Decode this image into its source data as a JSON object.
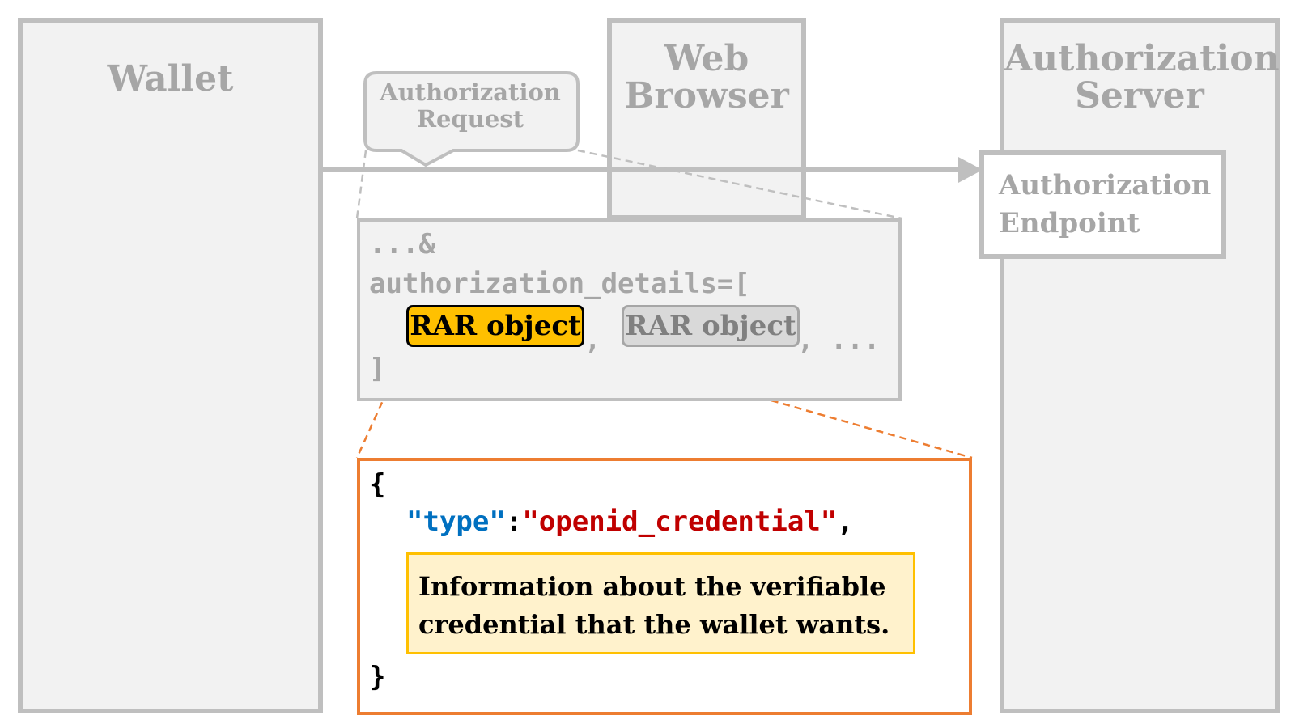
{
  "lanes": {
    "wallet": {
      "title": "Wallet"
    },
    "browser": {
      "title_lines": [
        "Web",
        "Browser"
      ]
    },
    "server": {
      "title_lines": [
        "Authorization",
        "Server"
      ]
    }
  },
  "request_callout": {
    "lines": [
      "Authorization",
      "Request"
    ]
  },
  "endpoint": {
    "lines": [
      "Authorization",
      "Endpoint"
    ]
  },
  "query": {
    "line1": "...&",
    "line2": "authorization_details=[",
    "separator": ",",
    "trailing": ", ...",
    "closing": "]",
    "rar_primary_label": "RAR object",
    "rar_secondary_label": "RAR object"
  },
  "rar_detail": {
    "open_brace": "{",
    "key": "\"type\"",
    "colon": ":",
    "value": "\"openid_credential\"",
    "comma": ",",
    "note_lines": [
      "Information about the verifiable",
      "credential that the wallet wants."
    ],
    "close_brace": "}"
  },
  "colors": {
    "lane_fill": "#f2f2f2",
    "lane_border": "#bfbfbf",
    "muted_text": "#a6a6a6",
    "highlight": "#ffc000",
    "detail_border": "#ed7d31",
    "json_key": "#0070c0",
    "json_value": "#c00000",
    "note_fill": "#fff2cc"
  }
}
